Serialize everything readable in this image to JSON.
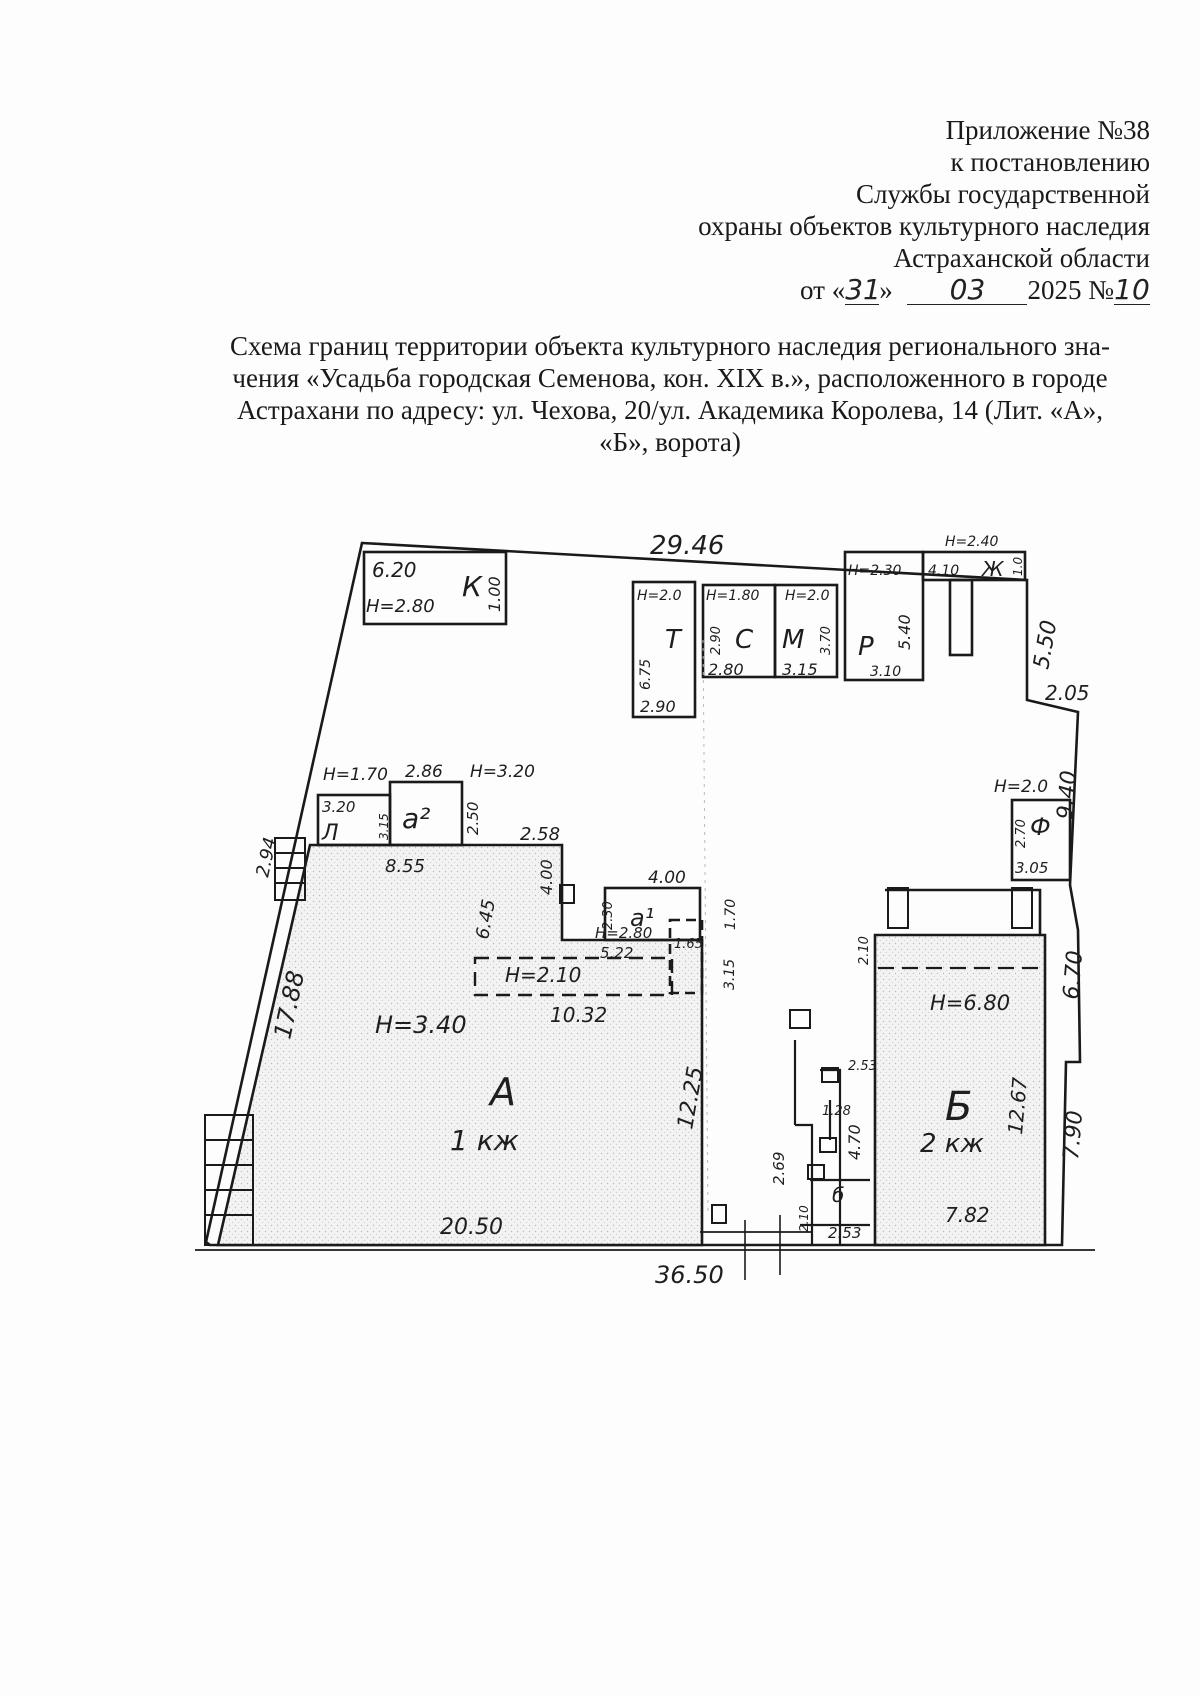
{
  "header": {
    "line1": "Приложение №38",
    "line2": "к постановлению",
    "line3": "Службы государственной",
    "line4": "охраны объектов культурного наследия",
    "line5": "Астраханской области",
    "date_prefix": "от «",
    "date_day": "31",
    "date_close": "»",
    "date_month": "03",
    "date_year": "2025 №",
    "doc_number": "10"
  },
  "title": {
    "line1": "Схема границ территории объекта культурного наследия регионального зна-",
    "line2": "чения «Усадьба городская Семенова, кон. XIX в.», расположенного в городе",
    "line3": "Астрахани по адресу: ул. Чехова, 20/ул. Академика Королева, 14 (Лит. «А»,",
    "line4": "«Б», ворота)"
  },
  "plan": {
    "dim_top": "29.46",
    "dim_bottom": "36.50",
    "dim_left": "17.88",
    "dim_left_small": "2.94",
    "dim_right_1": "5.50",
    "dim_right_2": "2.05",
    "dim_right_3": "9.40",
    "dim_right_4": "6.70",
    "dim_right_5": "7.90",
    "room_k": {
      "letter": "К",
      "w": "6.20",
      "d": "1.00",
      "h": "Н=2.80"
    },
    "room_t": {
      "letter": "Т",
      "h": "Н=2.0",
      "d": "6.75",
      "w": "2.90"
    },
    "room_s": {
      "letter": "С",
      "h": "Н=1.80",
      "d": "2.90",
      "w": "2.80"
    },
    "room_m": {
      "letter": "М",
      "h": "Н=2.0",
      "d": "3.70",
      "w": "3.15"
    },
    "room_r": {
      "letter": "Р",
      "h": "Н=2.30",
      "d": "5.40",
      "w": "3.10"
    },
    "room_zh": {
      "letter": "Ж",
      "h": "Н=2.40",
      "w": "4.10",
      "d": "1.0"
    },
    "room_l": {
      "letter": "Л",
      "h": "Н=1.70",
      "w": "3.20",
      "d": "3.15"
    },
    "room_a2": {
      "letter": "а²",
      "w": "2.86",
      "h": "Н=3.20",
      "d": "2.50"
    },
    "room_f": {
      "letter": "Ф",
      "h": "Н=2.0",
      "d": "2.70",
      "w": "3.05"
    },
    "room_a1": {
      "letter": "а¹",
      "w": "4.00",
      "h": "Н=2.80",
      "d1": "2.30",
      "d2": "1.70",
      "d3": "1.65",
      "d4": "3.15"
    },
    "building_a": {
      "letter": "А",
      "floors": "1 кж",
      "h": "Н=3.40",
      "h2": "Н=2.10",
      "w": "20.50",
      "d": "12.25",
      "top": "8.55",
      "n1": "2.58",
      "n2": "4.00",
      "n3": "6.45",
      "n4": "5.22",
      "n5": "10.32"
    },
    "building_b": {
      "letter": "Б",
      "floors": "2 кж",
      "h": "Н=6.80",
      "w": "7.82",
      "d": "12.67",
      "n1": "2.10"
    },
    "gate": {
      "letter": "б",
      "d1": "2.53",
      "d2": "2.53",
      "d3": "1.28",
      "d4": "4.70",
      "d5": "2.69",
      "d6": "2.10"
    }
  }
}
